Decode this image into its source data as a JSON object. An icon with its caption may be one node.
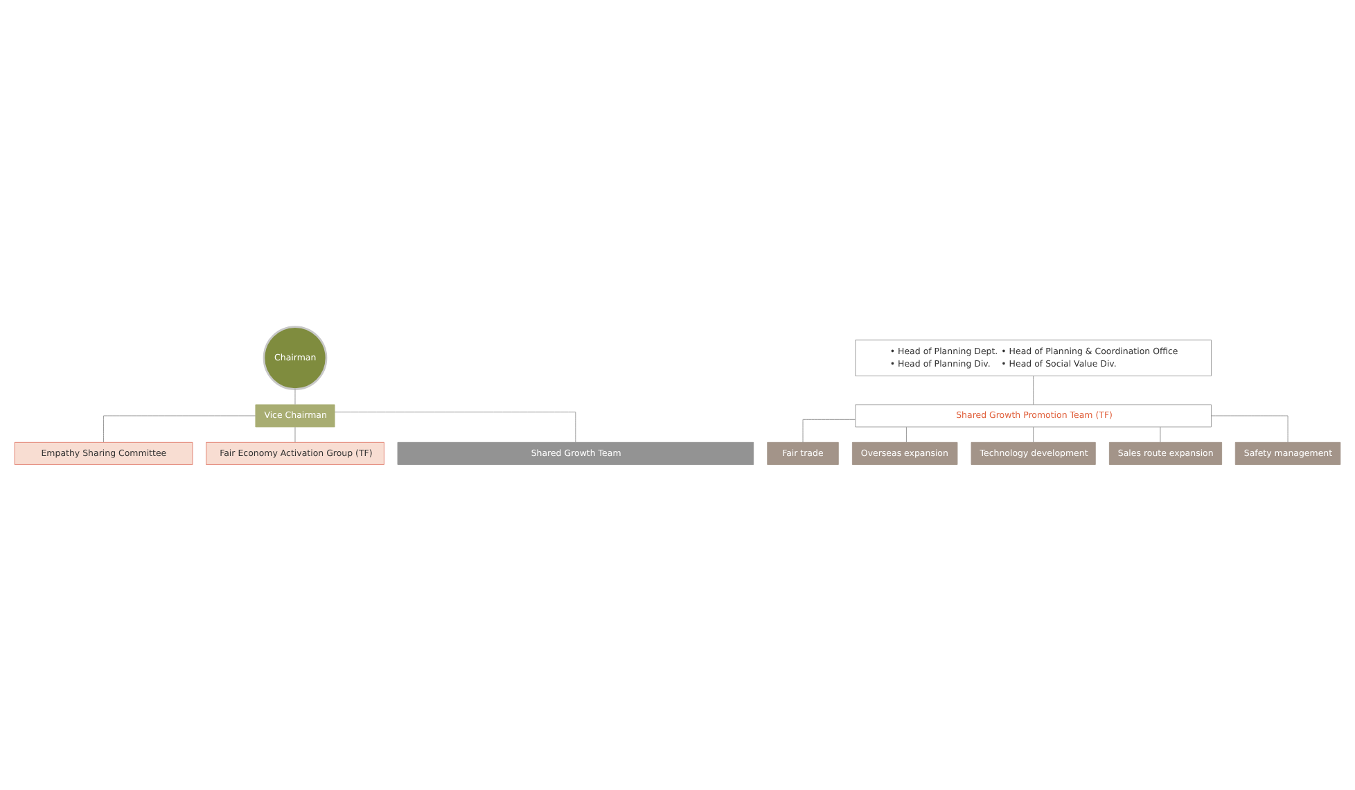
{
  "diagram": {
    "nodes": [
      {
        "text": [
          "Chairman"
        ]
      },
      {
        "text": [
          "Vice Chairman"
        ]
      },
      {
        "text": [
          "Empathy Sharing Committee"
        ]
      },
      {
        "text": [
          "Fair Economy Activation Group (TF)"
        ]
      },
      {
        "text": [
          "Shared Growth Team"
        ]
      },
      {
        "text": [
          "• Head of Planning Dept.",
          "• Head of Planning & Coordination Office",
          "• Head of Planning Div.",
          "• Head of Social Value Div."
        ]
      },
      {
        "text": [
          "Shared Growth Promotion Team (TF)"
        ]
      },
      {
        "text": [
          "Fair trade"
        ]
      },
      {
        "text": [
          "Overseas expansion"
        ]
      },
      {
        "text": [
          "Technology development"
        ]
      },
      {
        "text": [
          "Sales route expansion"
        ]
      },
      {
        "text": [
          "Safety management"
        ]
      }
    ],
    "edges": [
      {
        "from": 0,
        "to": 1,
        "arrow": "none"
      },
      {
        "from": 1,
        "to": 2,
        "arrow": "none"
      },
      {
        "from": 1,
        "to": 3,
        "arrow": "none"
      },
      {
        "from": 1,
        "to": 4,
        "arrow": "none"
      },
      {
        "from": 5,
        "to": 6,
        "arrow": "none"
      },
      {
        "from": 6,
        "to": 7,
        "arrow": "none"
      },
      {
        "from": 6,
        "to": 8,
        "arrow": "none"
      },
      {
        "from": 6,
        "to": 9,
        "arrow": "none"
      },
      {
        "from": 6,
        "to": 10,
        "arrow": "none"
      },
      {
        "from": 6,
        "to": 11,
        "arrow": "none"
      }
    ]
  }
}
